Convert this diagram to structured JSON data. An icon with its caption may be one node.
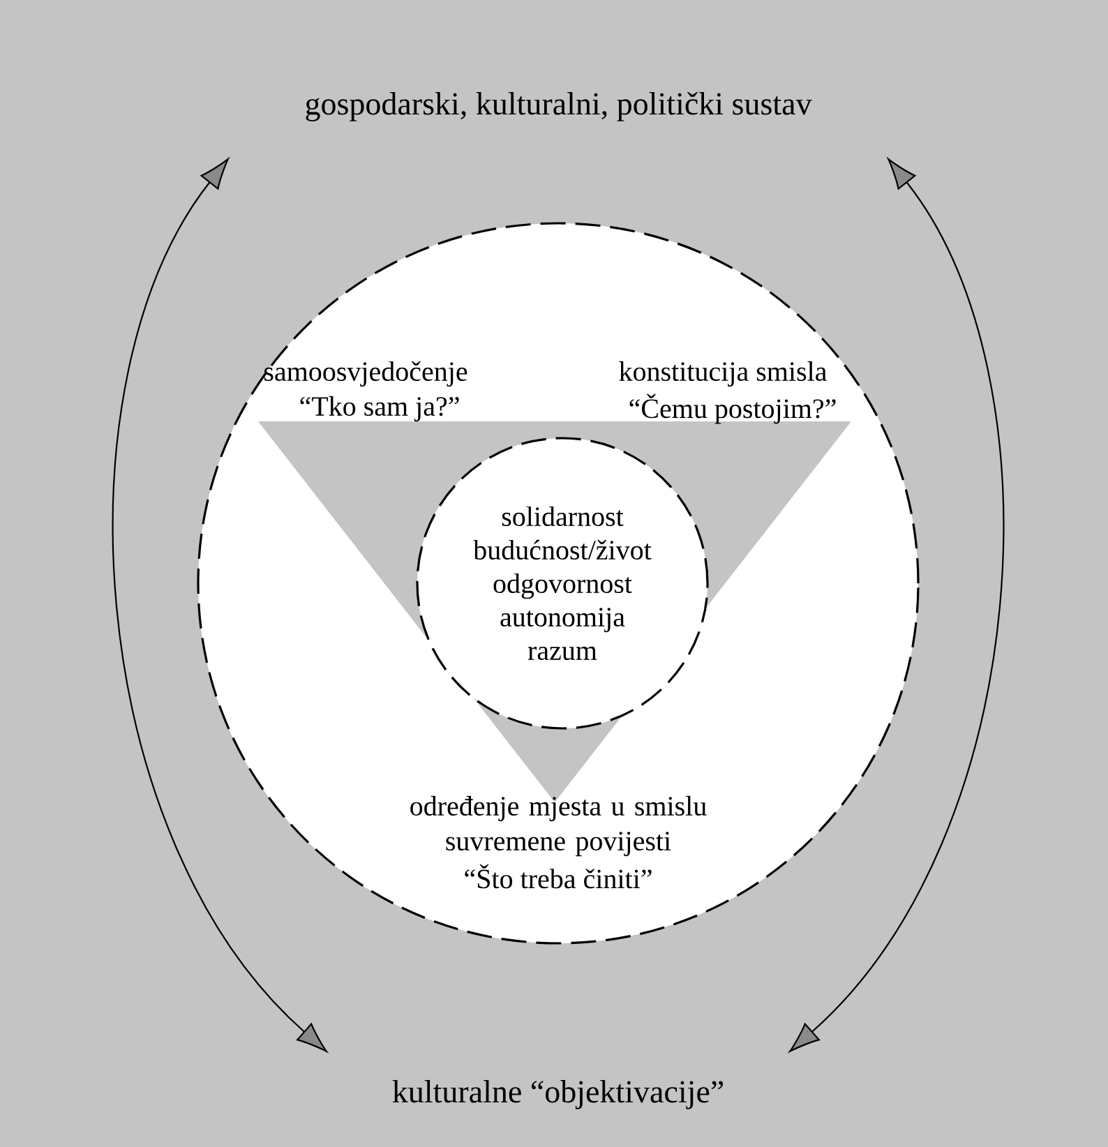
{
  "diagram": {
    "nodes": [
      {
        "text": [
          "gospodarski, kulturalni, politički sustav"
        ]
      },
      {
        "text": [],
        "shape": "circle"
      },
      {
        "text": [],
        "shape": "triangle",
        "in": 1
      },
      {
        "text": [
          "solidarnost",
          "budućnost/život",
          "odgovornost",
          "autonomija",
          "razum"
        ],
        "in": 2
      },
      {
        "text": [
          "kulturalne “objektivacije”"
        ]
      }
    ],
    "edges": [
      {
        "from": 0,
        "to": 4,
        "arrow": "both"
      },
      {
        "from": 0,
        "to": 4,
        "arrow": "both"
      }
    ],
    "labels": [
      "samoosvjedočenje",
      "“Tko sam ja?”",
      "konstitucija smisla",
      "“Čemu postojim?”",
      "određenje mjesta u smislu suvremene povijesti",
      "“Što treba činiti”"
    ]
  }
}
